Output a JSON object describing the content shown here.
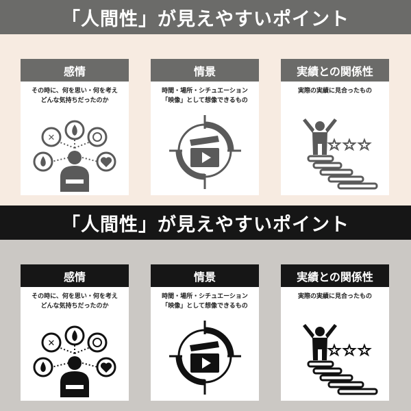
{
  "sections": [
    {
      "banner_title": "「人間性」が見えやすいポイント",
      "colors": {
        "banner": "#6b6b69",
        "panel": "#f7ebe1",
        "card_header": "#6b6b69",
        "icon": "#5a5a5a"
      },
      "cards": [
        {
          "title": "感情",
          "lines": [
            "その時に、何を思い・何を考え",
            "どんな気持ちだったのか"
          ],
          "icon": "emotion-person-icon"
        },
        {
          "title": "情景",
          "lines": [
            "時間・場所・シチュエーション",
            "「映像」として想像できるもの"
          ],
          "icon": "film-scene-icon"
        },
        {
          "title": "実績との関係性",
          "lines": [
            "実際の実績に見合ったもの"
          ],
          "icon": "stairs-achievement-icon"
        }
      ]
    },
    {
      "banner_title": "「人間性」が見えやすいポイント",
      "colors": {
        "banner": "#161616",
        "panel": "#cbc8c4",
        "card_header": "#161616",
        "icon": "#111111"
      },
      "cards": [
        {
          "title": "感情",
          "lines": [
            "その時に、何を思い・何を考え",
            "どんな気持ちだったのか"
          ],
          "icon": "emotion-person-icon"
        },
        {
          "title": "情景",
          "lines": [
            "時間・場所・シチュエーション",
            "「映像」として想像できるもの"
          ],
          "icon": "film-scene-icon"
        },
        {
          "title": "実績との関係性",
          "lines": [
            "実際の実績に見合ったもの"
          ],
          "icon": "stairs-achievement-icon"
        }
      ]
    }
  ]
}
